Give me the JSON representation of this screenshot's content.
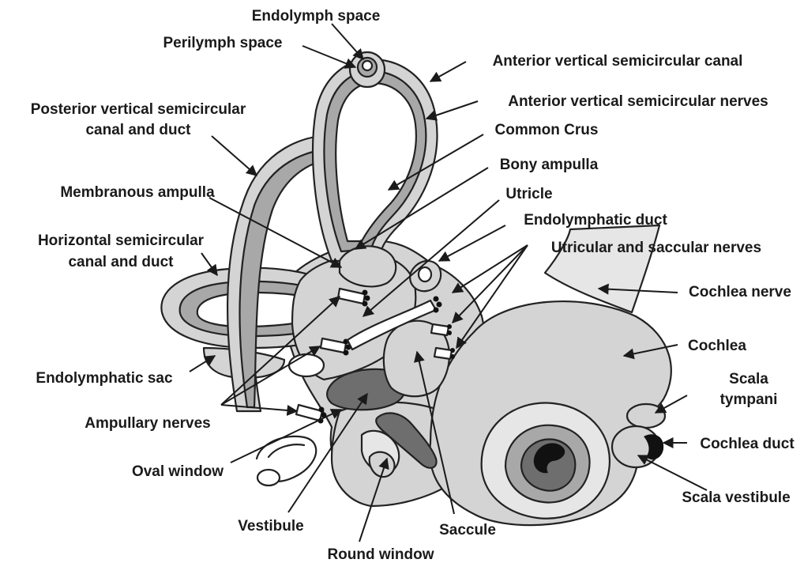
{
  "labels": {
    "endolymph_space": "Endolymph space",
    "perilymph_space": "Perilymph space",
    "anterior_canal": "Anterior vertical semicircular canal",
    "anterior_nerves": "Anterior vertical semicircular nerves",
    "posterior_canal_1": "Posterior vertical semicircular",
    "posterior_canal_2": "canal and duct",
    "common_crus": "Common Crus",
    "bony_ampulla": "Bony ampulla",
    "membranous_ampulla": "Membranous ampulla",
    "utricle": "Utricle",
    "endolymphatic_duct": "Endolymphatic duct",
    "horizontal_canal_1": "Horizontal semicircular",
    "horizontal_canal_2": "canal and duct",
    "utricular_saccular_nerves": "Utricular and saccular nerves",
    "cochlea_nerve": "Cochlea nerve",
    "cochlea": "Cochlea",
    "scala_tympani_1": "Scala",
    "scala_tympani_2": "tympani",
    "endolymphatic_sac": "Endolymphatic sac",
    "cochlea_duct": "Cochlea duct",
    "ampullary_nerves": "Ampullary nerves",
    "oval_window": "Oval window",
    "scala_vestibule": "Scala vestibule",
    "vestibule": "Vestibule",
    "saccule": "Saccule",
    "round_window": "Round window"
  },
  "colors": {
    "outline": "#222222",
    "bony": "#d4d4d4",
    "bony_light": "#e6e6e6",
    "membranous": "#a8a8a8",
    "dark": "#6e6e6e",
    "black": "#111111",
    "background": "#ffffff"
  }
}
